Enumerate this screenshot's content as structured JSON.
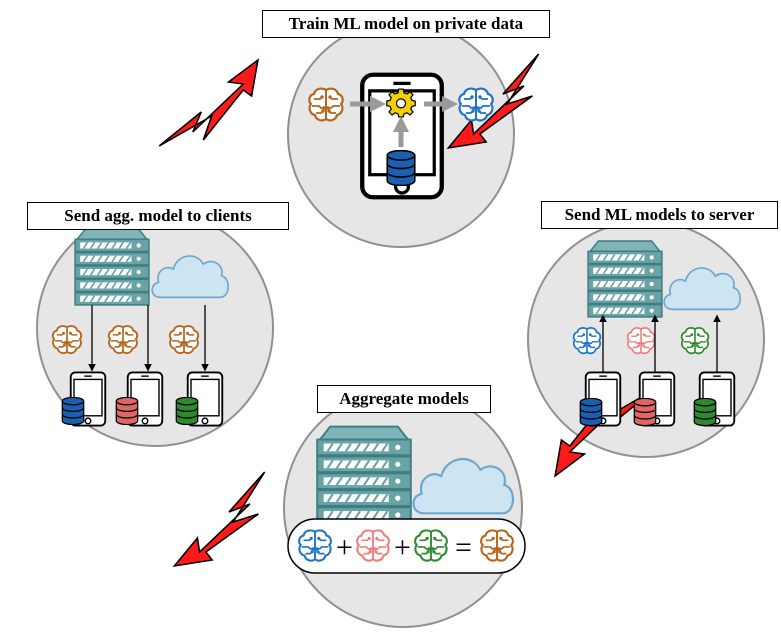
{
  "labels": {
    "train": "Train ML model on private data",
    "send_to_server": "Send ML models to server",
    "send_to_clients": "Send agg. model to clients",
    "aggregate": "Aggregate models"
  },
  "operators": {
    "plus": "+",
    "equals": "="
  },
  "colors": {
    "circle_fill": "#e6e6e6",
    "circle_stroke": "#909090",
    "arrow_red": "#ff1a1a",
    "server_teal": "#6aa3a6",
    "server_dark": "#3f7e82",
    "cloud_fill": "#cde4f3",
    "cloud_stroke": "#6ea6cf",
    "brain_orange": "#b5651d",
    "brain_blue": "#1f74c9",
    "brain_pink": "#ef7f7f",
    "brain_green": "#2e8b2e",
    "db_blue": "#1b5fb0",
    "db_red": "#e06666",
    "db_green": "#2f8a2f",
    "gear_yellow": "#f4d000"
  },
  "icons": [
    "brain-icon",
    "gear-icon",
    "database-icon",
    "smartphone-icon",
    "server-icon",
    "cloud-icon",
    "red-arrow-icon"
  ]
}
